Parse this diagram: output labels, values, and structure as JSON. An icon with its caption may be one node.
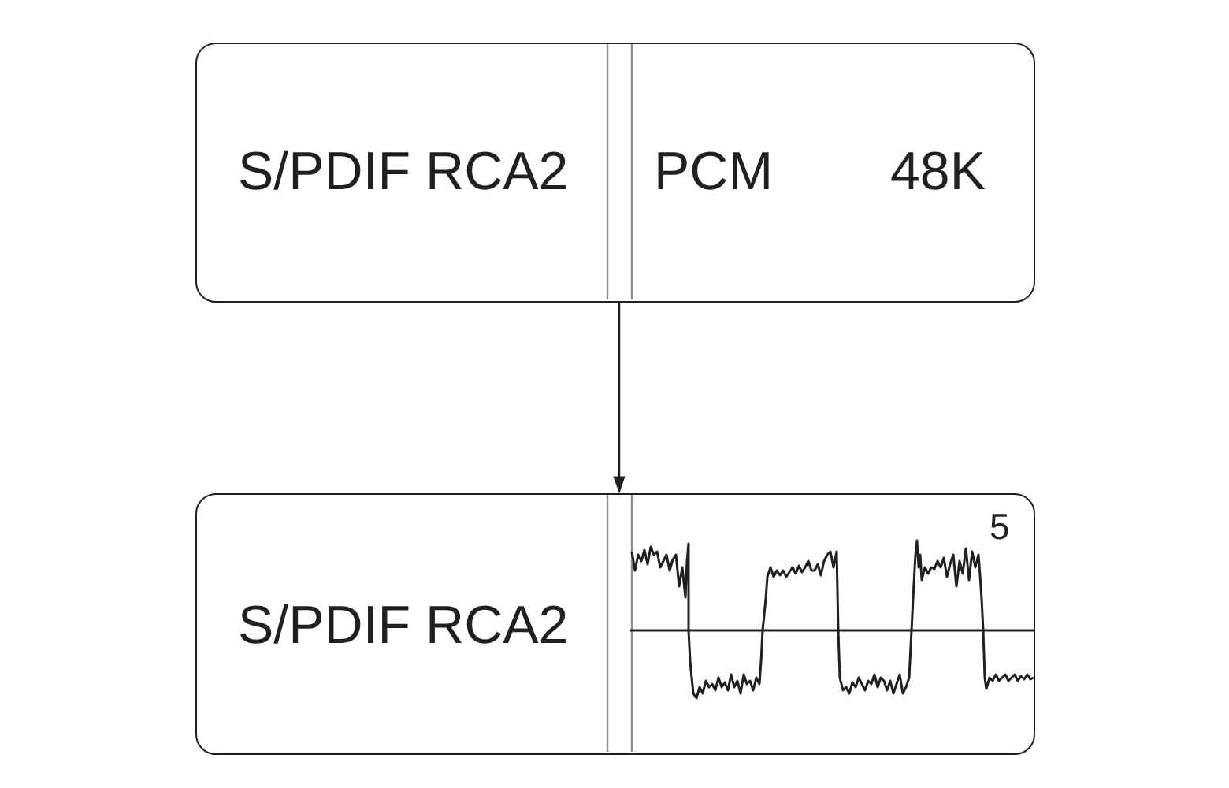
{
  "diagram": {
    "nodes": [
      {
        "text": [
          "S/PDIF RCA2",
          "PCM",
          "48K"
        ]
      },
      {
        "text": [
          "S/PDIF RCA2",
          "5"
        ]
      }
    ],
    "edges": [
      {
        "from": 0,
        "to": 1,
        "arrow": "to"
      }
    ]
  }
}
